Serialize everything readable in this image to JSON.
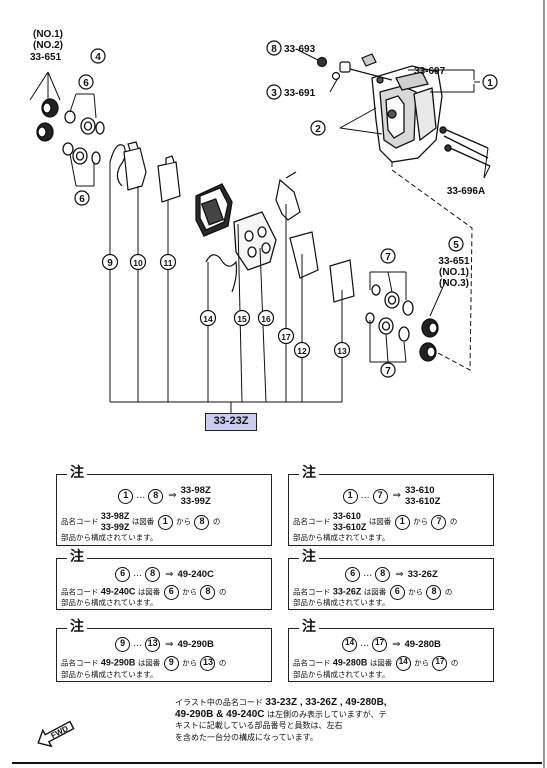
{
  "diagram": {
    "main_code": "33-23Z",
    "callouts": {
      "c1": "1",
      "c2": "2",
      "c3": "3",
      "c4": "4",
      "c5": "5",
      "c6a": "6",
      "c6b": "6",
      "c7a": "7",
      "c7b": "7",
      "c8": "8",
      "c9": "9",
      "c10": "10",
      "c11": "11",
      "c12": "12",
      "c13": "13",
      "c14": "14",
      "c15": "15",
      "c16": "16",
      "c17": "17"
    },
    "labels": {
      "l4_top1": "(NO.1)",
      "l4_top2": "(NO.2)",
      "l4_code": "33-651",
      "l8_code": "33-693",
      "l3_code": "33-691",
      "l1_code": "33-697",
      "lbolt_code": "33-696A",
      "l5_code": "33-651",
      "l5_sub1": "(NO.1)",
      "l5_sub2": "(NO.3)"
    }
  },
  "notes": [
    {
      "title": "注",
      "from": "1",
      "to": "8",
      "codes": [
        "33-98Z",
        "33-99Z"
      ],
      "line1_prefix": "品名コード",
      "line1_codes": [
        "33-98Z",
        "33-99Z"
      ],
      "line1_mid": "は図番",
      "line1_end": "から",
      "line1_tail": "の",
      "line2": "部品から構成されています。"
    },
    {
      "title": "注",
      "from": "1",
      "to": "7",
      "codes": [
        "33-610",
        "33-610Z"
      ],
      "line1_prefix": "品名コード",
      "line1_codes": [
        "33-610",
        "33-610Z"
      ],
      "line1_mid": "は図番",
      "line1_end": "から",
      "line1_tail": "の",
      "line2": "部品から構成されています。"
    },
    {
      "title": "注",
      "from": "6",
      "to": "8",
      "codes": [
        "49-240C"
      ],
      "line1_prefix": "品名コード",
      "line1_codes": [
        "49-240C"
      ],
      "line1_mid": "は図番",
      "line1_end": "から",
      "line1_tail": "の",
      "line2": "部品から構成されています。"
    },
    {
      "title": "注",
      "from": "6",
      "to": "8",
      "codes": [
        "33-26Z"
      ],
      "line1_prefix": "品名コード",
      "line1_codes": [
        "33-26Z"
      ],
      "line1_mid": "は図番",
      "line1_end": "から",
      "line1_tail": "の",
      "line2": "部品から構成されています。"
    },
    {
      "title": "注",
      "from": "9",
      "to": "13",
      "codes": [
        "49-290B"
      ],
      "line1_prefix": "品名コード",
      "line1_codes": [
        "49-290B"
      ],
      "line1_mid": "は図番",
      "line1_end": "から",
      "line1_tail": "の",
      "line2": "部品から構成されています。"
    },
    {
      "title": "注",
      "from": "14",
      "to": "17",
      "codes": [
        "49-280B"
      ],
      "line1_prefix": "品名コード",
      "line1_codes": [
        "49-280B"
      ],
      "line1_mid": "は図番",
      "line1_end": "から",
      "line1_tail": "の",
      "line2": "部品から構成されています。"
    }
  ],
  "note_symbols": {
    "dots": "…",
    "arrow": "⇒"
  },
  "bottom_note": {
    "l1_prefix": "イラスト中の品名コード",
    "l1_codes": "33-23Z , 33-26Z , 49-280B,",
    "l2_codes": "49-290B & 49-240C",
    "l2_text": "は左側のみ表示していますが、テ",
    "l3": "キストに記載している部品番号と員数は、左右",
    "l4": "を含めた一台分の構成になっています。"
  },
  "fwd_label": "FWD"
}
